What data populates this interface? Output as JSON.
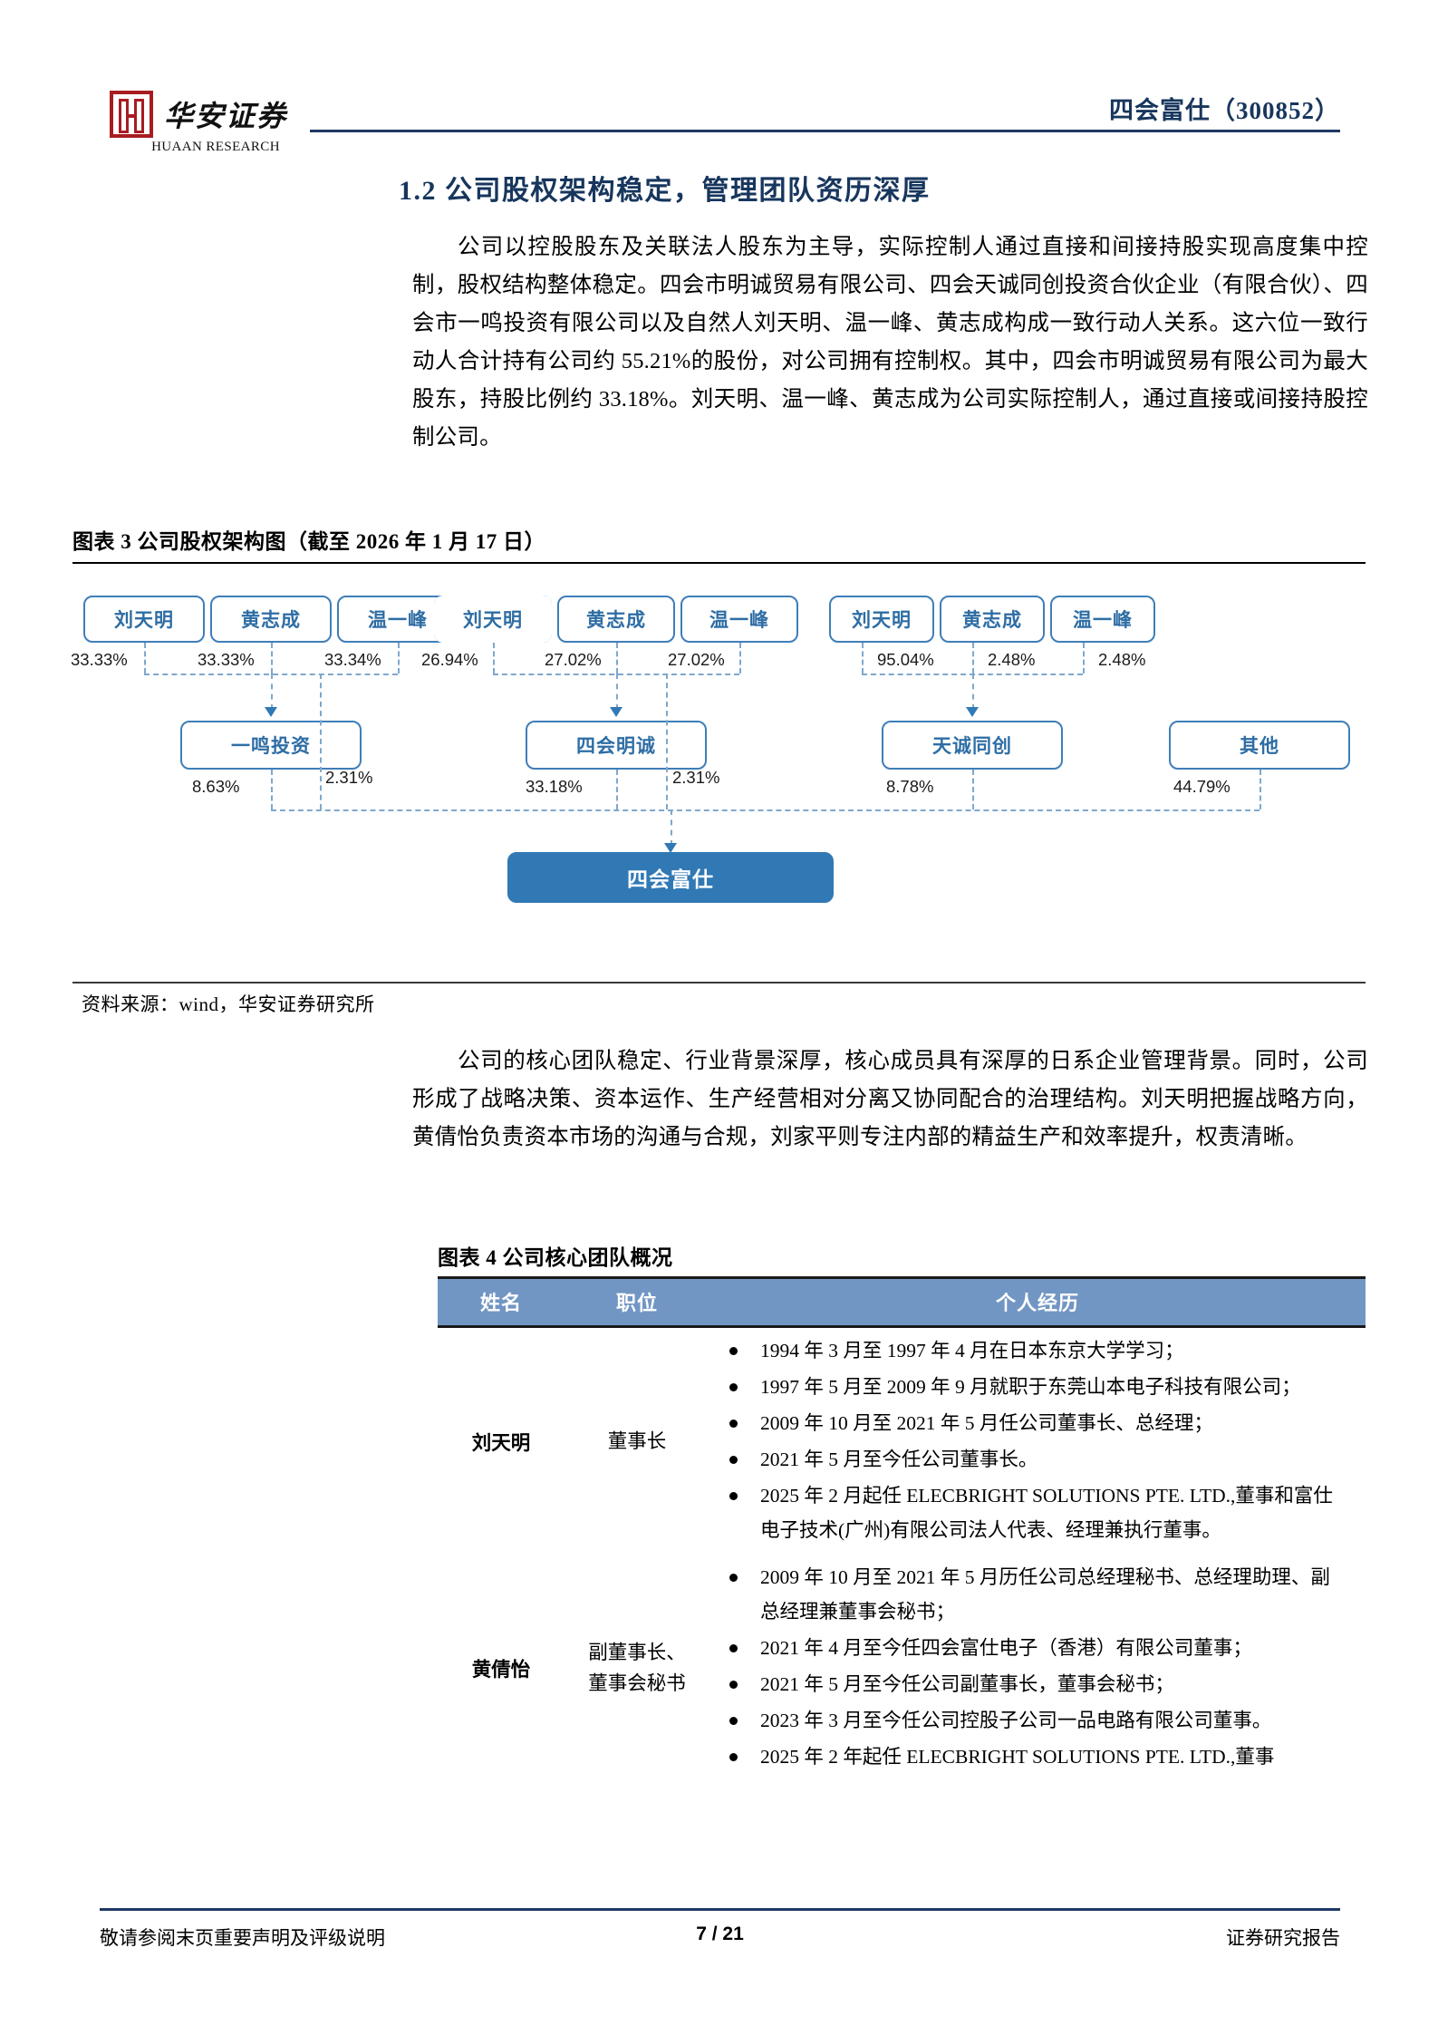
{
  "header": {
    "logo_cn": "华安证券",
    "logo_en": "HUAAN RESEARCH",
    "stock_title": "四会富仕（300852）"
  },
  "section": {
    "number_title": "1.2 公司股权架构稳定，管理团队资历深厚"
  },
  "paragraphs": {
    "p1": "公司以控股股东及关联法人股东为主导，实际控制人通过直接和间接持股实现高度集中控制，股权结构整体稳定。四会市明诚贸易有限公司、四会天诚同创投资合伙企业（有限合伙）、四会市一鸣投资有限公司以及自然人刘天明、温一峰、黄志成构成一致行动人关系。这六位一致行动人合计持有公司约 55.21%的股份，对公司拥有控制权。其中，四会市明诚贸易有限公司为最大股东，持股比例约 33.18%。刘天明、温一峰、黄志成为公司实际控制人，通过直接或间接持股控制公司。",
    "p2": "公司的核心团队稳定、行业背景深厚，核心成员具有深厚的日系企业管理背景。同时，公司形成了战略决策、资本运作、生产经营相对分离又协同配合的治理结构。刘天明把握战略方向，黄倩怡负责资本市场的沟通与合规，刘家平则专注内部的精益生产和效率提升，权责清晰。"
  },
  "exhibit3": {
    "caption": "图表 3 公司股权架构图（截至 2026 年 1 月 17 日）",
    "source": "资料来源：wind，华安证券研究所",
    "chart_data": {
      "type": "diagram",
      "title": "公司股权架构图（截至 2026 年 1 月 17 日）",
      "root": "四会富仕",
      "persons": [
        {
          "id": "p1a",
          "label": "刘天明",
          "group": 1,
          "pct_to_entity": "33.33%"
        },
        {
          "id": "p1b",
          "label": "黄志成",
          "group": 1,
          "pct_to_entity": "33.33%"
        },
        {
          "id": "p1c",
          "label": "温一峰",
          "group": 1,
          "pct_to_entity": "33.34%"
        },
        {
          "id": "p2a",
          "label": "刘天明",
          "group": 2,
          "pct_to_entity": "26.94%"
        },
        {
          "id": "p2b",
          "label": "黄志成",
          "group": 2,
          "pct_to_entity": "27.02%"
        },
        {
          "id": "p2c",
          "label": "温一峰",
          "group": 2,
          "pct_to_entity": "27.02%"
        },
        {
          "id": "p3a",
          "label": "刘天明",
          "group": 3,
          "pct_to_entity": "95.04%"
        },
        {
          "id": "p3b",
          "label": "黄志成",
          "group": 3,
          "pct_to_entity": "2.48%"
        },
        {
          "id": "p3c",
          "label": "温一峰",
          "group": 3,
          "pct_to_entity": "2.48%"
        }
      ],
      "entities": [
        {
          "id": "e1",
          "label": "一鸣投资",
          "pct_to_root": "8.63%"
        },
        {
          "id": "e2",
          "label": "四会明诚",
          "pct_to_root": "33.18%"
        },
        {
          "id": "e3",
          "label": "天诚同创",
          "pct_to_root": "8.78%"
        },
        {
          "id": "e4",
          "label": "其他",
          "pct_to_root": "44.79%"
        }
      ],
      "direct_holdings": [
        {
          "label": "2.31%",
          "from": "group1-persons",
          "to": "四会富仕"
        },
        {
          "label": "2.31%",
          "from": "group2-persons",
          "to": "四会富仕"
        }
      ]
    },
    "nodes": {
      "g1_p1": "刘天明",
      "g1_p2": "黄志成",
      "g1_p3": "温一峰",
      "g2_p1": "刘天明",
      "g2_p2": "黄志成",
      "g2_p3": "温一峰",
      "g3_p1": "刘天明",
      "g3_p2": "黄志成",
      "g3_p3": "温一峰",
      "e1": "一鸣投资",
      "e2": "四会明诚",
      "e3": "天诚同创",
      "e4": "其他",
      "root": "四会富仕"
    },
    "pcts": {
      "g1_p1": "33.33%",
      "g1_p2": "33.33%",
      "g1_p3": "33.34%",
      "g2_p1": "26.94%",
      "g2_p2": "27.02%",
      "g2_p3": "27.02%",
      "g3_p1": "95.04%",
      "g3_p2": "2.48%",
      "g3_p3": "2.48%",
      "e1": "8.63%",
      "e2": "33.18%",
      "e3": "8.78%",
      "e4": "44.79%",
      "direct1": "2.31%",
      "direct2": "2.31%"
    }
  },
  "exhibit4": {
    "caption": "图表 4 公司核心团队概况",
    "columns": [
      "姓名",
      "职位",
      "个人经历"
    ],
    "rows": [
      {
        "name": "刘天明",
        "title": "董事长",
        "title_line1": "董事长",
        "title_line2": "",
        "bio": [
          "1994 年 3 月至 1997 年 4 月在日本东京大学学习；",
          "1997 年 5 月至 2009 年 9 月就职于东莞山本电子科技有限公司；",
          "2009 年 10 月至 2021 年 5 月任公司董事长、总经理；",
          "2021 年 5 月至今任公司董事长。",
          "2025 年 2 月起任 ELECBRIGHT SOLUTIONS PTE. LTD.,董事和富仕电子技术(广州)有限公司法人代表、经理兼执行董事。"
        ]
      },
      {
        "name": "黄倩怡",
        "title": "副董事长、董事会秘书",
        "title_line1": "副董事长、",
        "title_line2": "董事会秘书",
        "bio": [
          "2009 年 10 月至 2021 年 5 月历任公司总经理秘书、总经理助理、副总经理兼董事会秘书；",
          "2021 年 4 月至今任四会富仕电子（香港）有限公司董事；",
          "2021 年 5 月至今任公司副董事长，董事会秘书；",
          "2023 年 3 月至今任公司控股子公司一品电路有限公司董事。",
          "2025 年 2 年起任 ELECBRIGHT SOLUTIONS PTE. LTD.,董事"
        ]
      }
    ]
  },
  "footer": {
    "left": "敬请参阅末页重要声明及评级说明",
    "center": "7 / 21",
    "right": "证券研究报告"
  },
  "colors": {
    "brand_navy": "#1f3864",
    "title_navy": "#17365d",
    "seal_red": "#a81c21",
    "diagram_blue": "#3f7eb8",
    "diagram_text": "#2e6da4",
    "root_fill": "#3179b5",
    "table_header": "#7296c4"
  }
}
